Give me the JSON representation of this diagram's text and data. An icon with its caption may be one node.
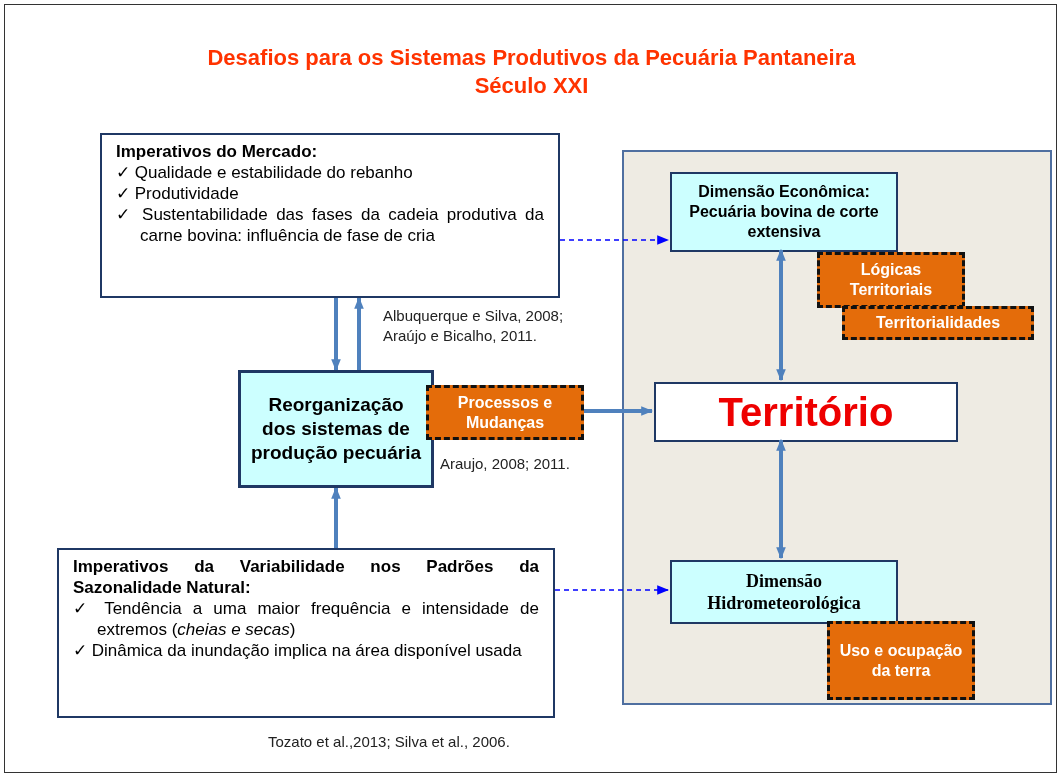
{
  "diagram": {
    "title": "Desafios para os Sistemas Produtivos da Pecuária Pantaneira Século XXI",
    "nodes": [
      {
        "text": [
          "Imperativos do Mercado:",
          "✓ Qualidade e estabilidade do rebanho",
          "✓ Produtividade",
          "✓ Sustentabilidade das fases da cadeia produtiva da carne bovina: influência de fase de cria"
        ]
      },
      {
        "text": [],
        "shape": "box"
      },
      {
        "text": [
          "Dimensão Econômica: Pecuária bovina de corte extensiva"
        ],
        "in": 1
      },
      {
        "text": [
          "Lógicas Territoriais"
        ],
        "in": 1
      },
      {
        "text": [
          "Territorialidades"
        ],
        "in": 1
      },
      {
        "text": [
          "Reorganização dos sistemas de produção pecuária"
        ]
      },
      {
        "text": [
          "Processos e Mudanças"
        ]
      },
      {
        "text": [
          "Território"
        ],
        "in": 1
      },
      {
        "text": [
          "Dimensão Hidrometeorológica"
        ],
        "in": 1
      },
      {
        "text": [
          "Uso e ocupação da terra"
        ],
        "in": 1
      },
      {
        "text": [
          "Imperativos da Variabilidade nos Padrões da Sazonalidade Natural:",
          "✓ Tendência a uma maior frequência e intensidade de extremos (*cheias e secas*)",
          "✓ Dinâmica da inundação implica na área disponível usada"
        ]
      }
    ],
    "edges": [
      {
        "from": 0,
        "to": 5,
        "arrow": "to"
      },
      {
        "from": 5,
        "to": 0,
        "arrow": "to"
      },
      {
        "from": 0,
        "to": 2,
        "arrow": "to",
        "style": "dashed",
        "color": "#0000ff"
      },
      {
        "from": 6,
        "to": 7,
        "arrow": "to"
      },
      {
        "from": 2,
        "to": 7,
        "arrow": "both"
      },
      {
        "from": 7,
        "to": 8,
        "arrow": "both"
      },
      {
        "from": 10,
        "to": 5,
        "arrow": "to"
      },
      {
        "from": 10,
        "to": 8,
        "arrow": "to",
        "style": "dashed",
        "color": "#0000ff"
      }
    ],
    "labels": [
      "Albuquerque e Silva, 2008; Araújo e Bicalho, 2011.",
      "Araujo, 2008; 2011.",
      "Tozato et al.,2013; Silva et al., 2006."
    ]
  }
}
